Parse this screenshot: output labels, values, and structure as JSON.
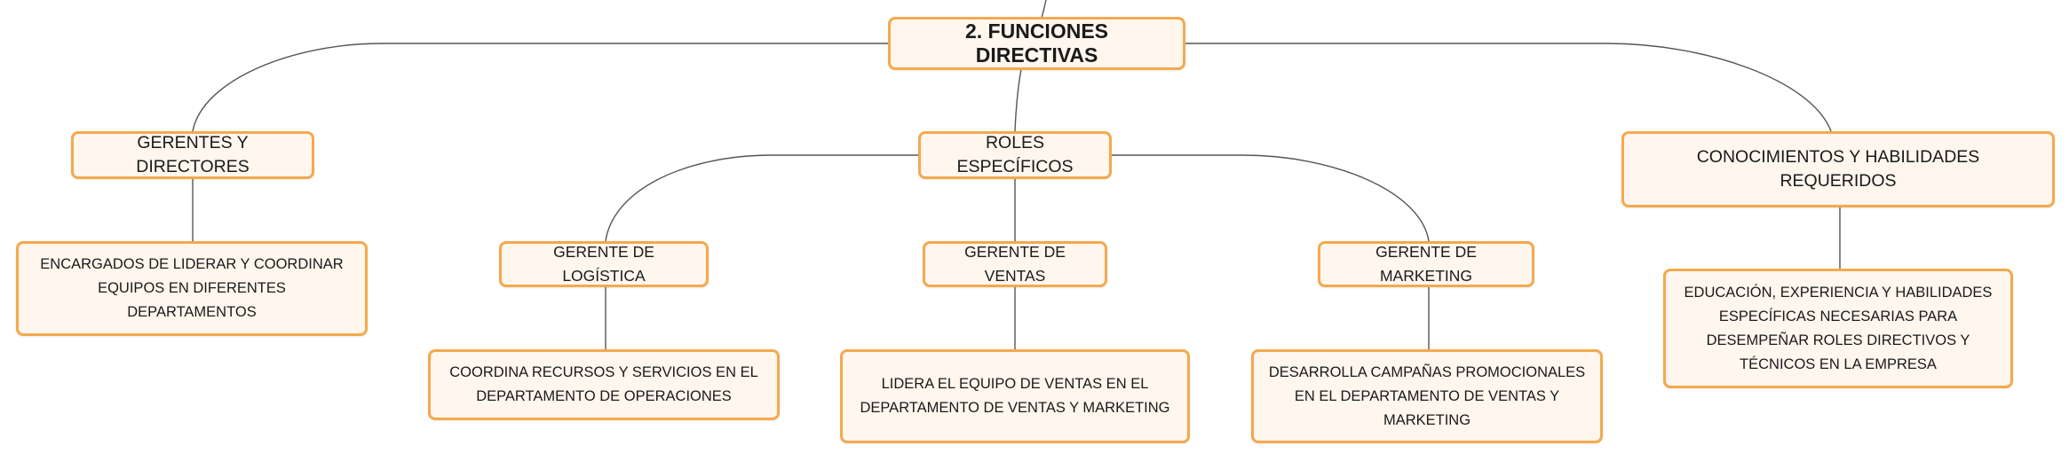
{
  "diagram": {
    "type": "mind-map",
    "colors": {
      "node_fill": "#fff6ed",
      "node_border": "#f4a94e",
      "connector": "#555555",
      "text": "#1a1a1a"
    },
    "root": {
      "label": "2. FUNCIONES DIRECTIVAS"
    },
    "branches": {
      "gerentes": {
        "label": "GERENTES Y DIRECTORES",
        "detail": "ENCARGADOS DE LIDERAR Y COORDINAR EQUIPOS EN DIFERENTES DEPARTAMENTOS"
      },
      "roles": {
        "label": "ROLES ESPECÍFICOS",
        "logistica": {
          "label": "GERENTE DE LOGÍSTICA",
          "detail": "COORDINA RECURSOS Y SERVICIOS EN EL DEPARTAMENTO DE OPERACIONES"
        },
        "ventas": {
          "label": "GERENTE DE VENTAS",
          "detail": "LIDERA EL EQUIPO DE VENTAS EN EL DEPARTAMENTO DE VENTAS Y MARKETING"
        },
        "marketing": {
          "label": "GERENTE DE MARKETING",
          "detail": "DESARROLLA CAMPAÑAS PROMOCIONALES EN EL DEPARTAMENTO DE VENTAS Y MARKETING"
        }
      },
      "conocimientos": {
        "label": "CONOCIMIENTOS Y HABILIDADES REQUERIDOS",
        "detail": "EDUCACIÓN, EXPERIENCIA Y HABILIDADES ESPECÍFICAS NECESARIAS PARA DESEMPEÑAR ROLES DIRECTIVOS Y TÉCNICOS EN LA EMPRESA"
      }
    }
  }
}
